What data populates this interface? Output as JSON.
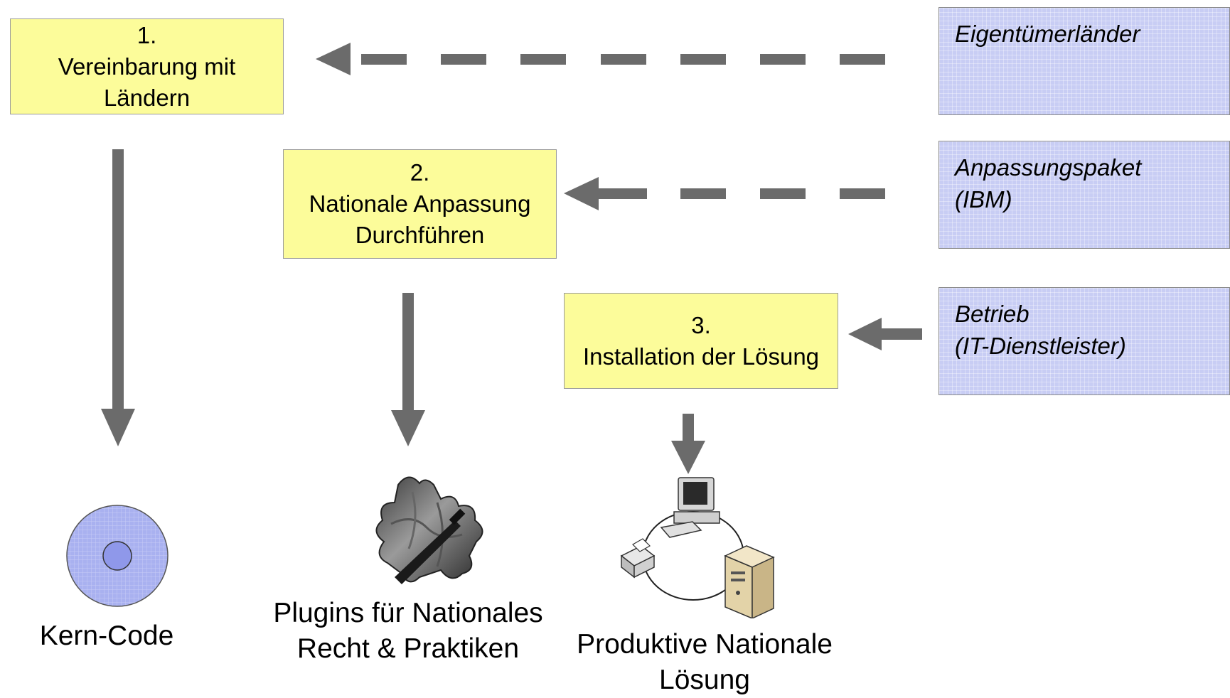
{
  "steps": [
    {
      "number": "1.",
      "lines": [
        "Vereinbarung mit",
        "Ländern"
      ]
    },
    {
      "number": "2.",
      "lines": [
        "Nationale Anpassung",
        "Durchführen"
      ]
    },
    {
      "number": "3.",
      "lines": [
        "Installation der Lösung"
      ]
    }
  ],
  "actors": [
    {
      "lines": [
        "Eigentümerländer"
      ]
    },
    {
      "lines": [
        "Anpassungspaket",
        "(IBM)"
      ]
    },
    {
      "lines": [
        "Betrieb",
        "(IT-Dienstleister)"
      ]
    }
  ],
  "outputs": [
    {
      "lines": [
        "Kern-Code"
      ]
    },
    {
      "lines": [
        "Plugins für Nationales",
        "Recht & Praktiken"
      ]
    },
    {
      "lines": [
        "Produktive Nationale",
        "Lösung"
      ]
    }
  ],
  "icons": [
    "disc-icon",
    "puzzle-icon",
    "network-icon"
  ],
  "colors": {
    "step_box": "#fcfc9a",
    "actor_box": "#c8cdf4",
    "arrow": "#6b6b6b",
    "disc": "#a9b1f0"
  }
}
